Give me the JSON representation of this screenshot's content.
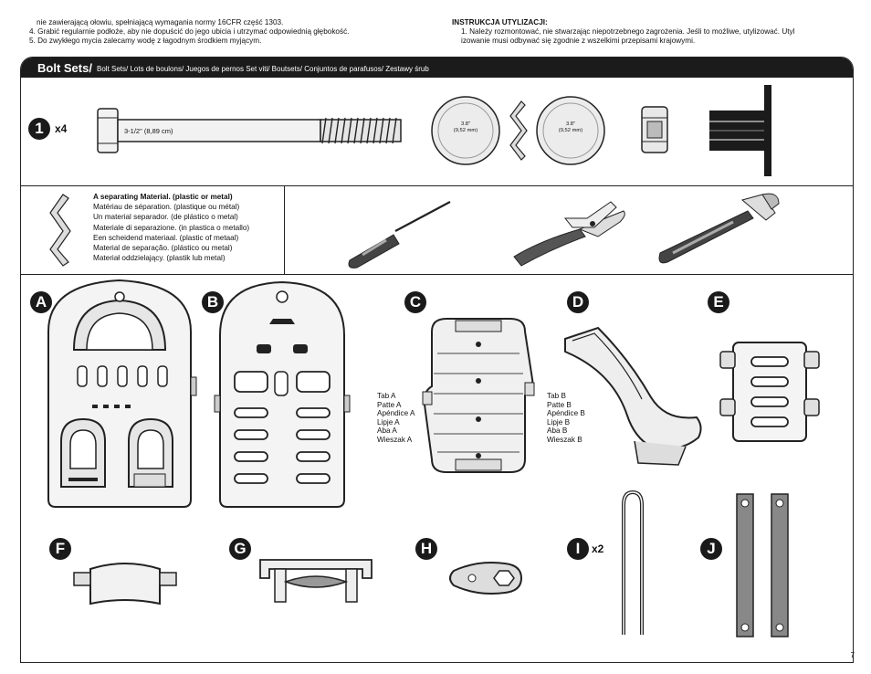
{
  "top_left_notes": [
    "nie zawierającą ołowiu, spełniającą wymagania normy 16CFR część 1303.",
    "4. Grabić regularnie podłoże, aby nie dopuścić do jego ubicia i utrzymać odpowiednią głębokość.",
    "5. Do zwykłego mycia zalecamy wodę z łagodnym środkiem myjącym."
  ],
  "disposal": {
    "title": "INSTRUKCJA UTYLIZACJI:",
    "line1": "1. Należy rozmontować, nie stwarzając niepotrzebnego zagrożenia. Jeśli to możliwe, utylizować. Utyl",
    "line2": "izowanie musi odbywać się zgodnie z wszelkimi przepisami krajowymi."
  },
  "header": {
    "title": "Bolt Sets/",
    "subtitle": "Bolt Sets/ Lots de boulons/ Juegos de pernos Set viti/  Boutsets/ Conjuntos de parafusos/ Zestawy śrub"
  },
  "bolt_set": {
    "number": "1",
    "quantity": "x4",
    "bolt_length": "3-1/2\" (8,89 cm)",
    "washer_label_1": "3.8\"",
    "washer_label_2": "(9,52 mm)",
    "washer_label_3": "3.8\"",
    "washer_label_4": "(9,52 mm)"
  },
  "separator_note": {
    "lines": [
      "A separating Material. (plastic or metal)",
      "Matériau de séparation. (plastique ou métal)",
      "Un material separador. (de plástico o metal)",
      "Materiale di separazione. (in plastica o metallo)",
      "Een scheidend materiaal.  (plastic of metaal)",
      "Material de separação. (plástico ou metal)",
      "Materiał oddzielający. (plastik lub metal)"
    ]
  },
  "parts": {
    "A": "A",
    "B": "B",
    "C": "C",
    "D": "D",
    "E": "E",
    "F": "F",
    "G": "G",
    "H": "H",
    "I": "I",
    "J": "J",
    "I_quantity": "x2"
  },
  "tab_a": [
    "Tab A",
    "Patte A",
    "Apéndice A",
    "Lipje A",
    "Aba A",
    "Wieszak A"
  ],
  "tab_b": [
    "Tab B",
    "Patte B",
    "Apéndice B",
    "Lipje B",
    "Aba B",
    "Wieszak B"
  ],
  "page_number": "7"
}
